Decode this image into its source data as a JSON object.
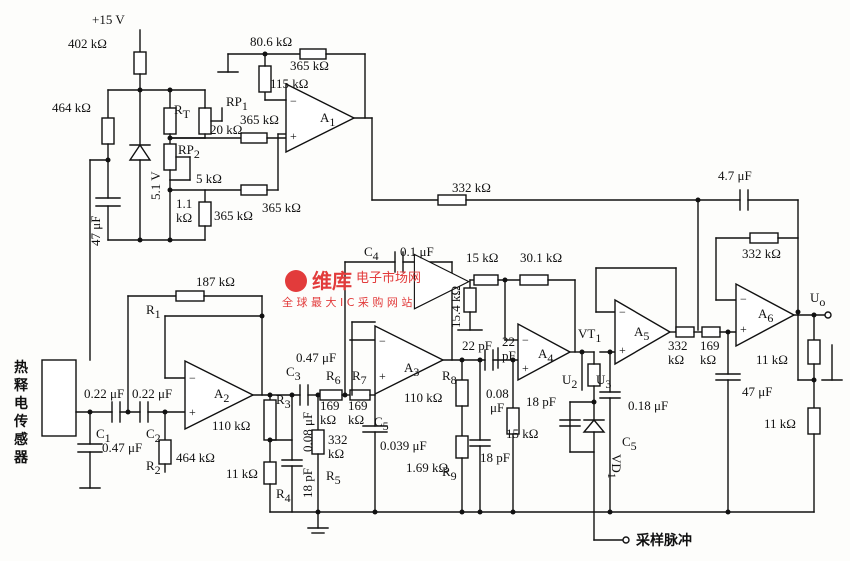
{
  "supply": {
    "voltage": "+15 V"
  },
  "resistors": {
    "r402k": "402 kΩ",
    "r464k_top": "464 kΩ",
    "r80_6k": "80.6 kΩ",
    "r365k_a": "365 kΩ",
    "r115k": "115 kΩ",
    "rt": "R",
    "rt_sub": "T",
    "rp1": "RP",
    "rp1_sub": "1",
    "r20k": "20 kΩ",
    "r365k_b": "365 kΩ",
    "rp2": "RP",
    "rp2_sub": "2",
    "r5k": "5 kΩ",
    "r1_1k_a": "1.1",
    "r1_1k_b": "kΩ",
    "r365k_c": "365 kΩ",
    "r365k_d": "365 kΩ",
    "r332k_a": "332 kΩ",
    "r187k": "187 kΩ",
    "r1": "R",
    "r1_sub": "1",
    "r110k_a": "110 kΩ",
    "r2": "R",
    "r2_sub": "2",
    "r464k_b": "464 kΩ",
    "r3": "R",
    "r3_sub": "3",
    "r11k_a": "11 kΩ",
    "r4": "R",
    "r4_sub": "4",
    "r6": "R",
    "r6_sub": "6",
    "r7": "R",
    "r7_sub": "7",
    "r169k_a": "169",
    "r169k_a2": "kΩ",
    "r169k_b": "169",
    "r169k_b2": "kΩ",
    "r332k_b": "332",
    "r332k_b2": "kΩ",
    "r5": "R",
    "r5_sub": "5",
    "r110k_b": "110 kΩ",
    "r8": "R",
    "r8_sub": "8",
    "r9": "R",
    "r9_sub": "9",
    "r1_69k": "1.69 kΩ",
    "r15k_a": "15 kΩ",
    "r30_1k": "30.1 kΩ",
    "r15_4k": "15.4 kΩ",
    "r15k_b": "15 kΩ",
    "r332k_c": "332",
    "r332k_c2": "kΩ",
    "r169k_c": "169",
    "r169k_c2": "kΩ",
    "r332k_d": "332 kΩ",
    "r11k_b": "11 kΩ",
    "r11k_c": "11 kΩ"
  },
  "capacitors": {
    "c47u_a": "47 μF",
    "c4": "C",
    "c4_sub": "4",
    "c0_1u": "0.1 μF",
    "c4_7u": "4.7 μF",
    "c0_22u_a": "0.22 μF",
    "c0_22u_b": "0.22 μF",
    "c1": "C",
    "c1_sub": "1",
    "c2": "C",
    "c2_sub": "2",
    "c0_47u_a": "0.47 μF",
    "c0_47u_b": "0.47 μF",
    "c3": "C",
    "c3_sub": "3",
    "c0_08u_a": "0.08 μF",
    "c18p_a": "18 pF",
    "c5_label": "C",
    "c5_sub": "5",
    "c0_039u": "0.039 μF",
    "c22p_a": "22 pF",
    "c22p_b": "22",
    "c22p_b2": "pF",
    "c0_08u_b": "0.08",
    "c0_08u_b2": "μF",
    "c18p_b": "18 pF",
    "c18p_c": "18 pF",
    "c0_18u": "0.18 μF",
    "c5b": "C",
    "c5b_sub": "5",
    "c47u_b": "47 μF"
  },
  "semis": {
    "zener": "5.1 V",
    "vt1": "VT",
    "vt1_sub": "1",
    "vd1": "VD",
    "vd1_sub": "1"
  },
  "amps": {
    "a1": "A",
    "a1_sub": "1",
    "a2": "A",
    "a2_sub": "2",
    "a3": "A",
    "a3_sub": "3",
    "a4": "A",
    "a4_sub": "4",
    "a5": "A",
    "a5_sub": "5",
    "a6": "A",
    "a6_sub": "6"
  },
  "nodes": {
    "u2": "U",
    "u2_sub": "2",
    "u3": "U",
    "u3_sub": "3",
    "uo": "U",
    "uo_sub": "o"
  },
  "sensor": {
    "label": "热释电传感器"
  },
  "pulse": {
    "label": "采样脉冲"
  },
  "watermark": {
    "brand": "维库",
    "sub1": "电子市场网",
    "sub2": "全 球 最 大 I C 采 购 网 站"
  }
}
